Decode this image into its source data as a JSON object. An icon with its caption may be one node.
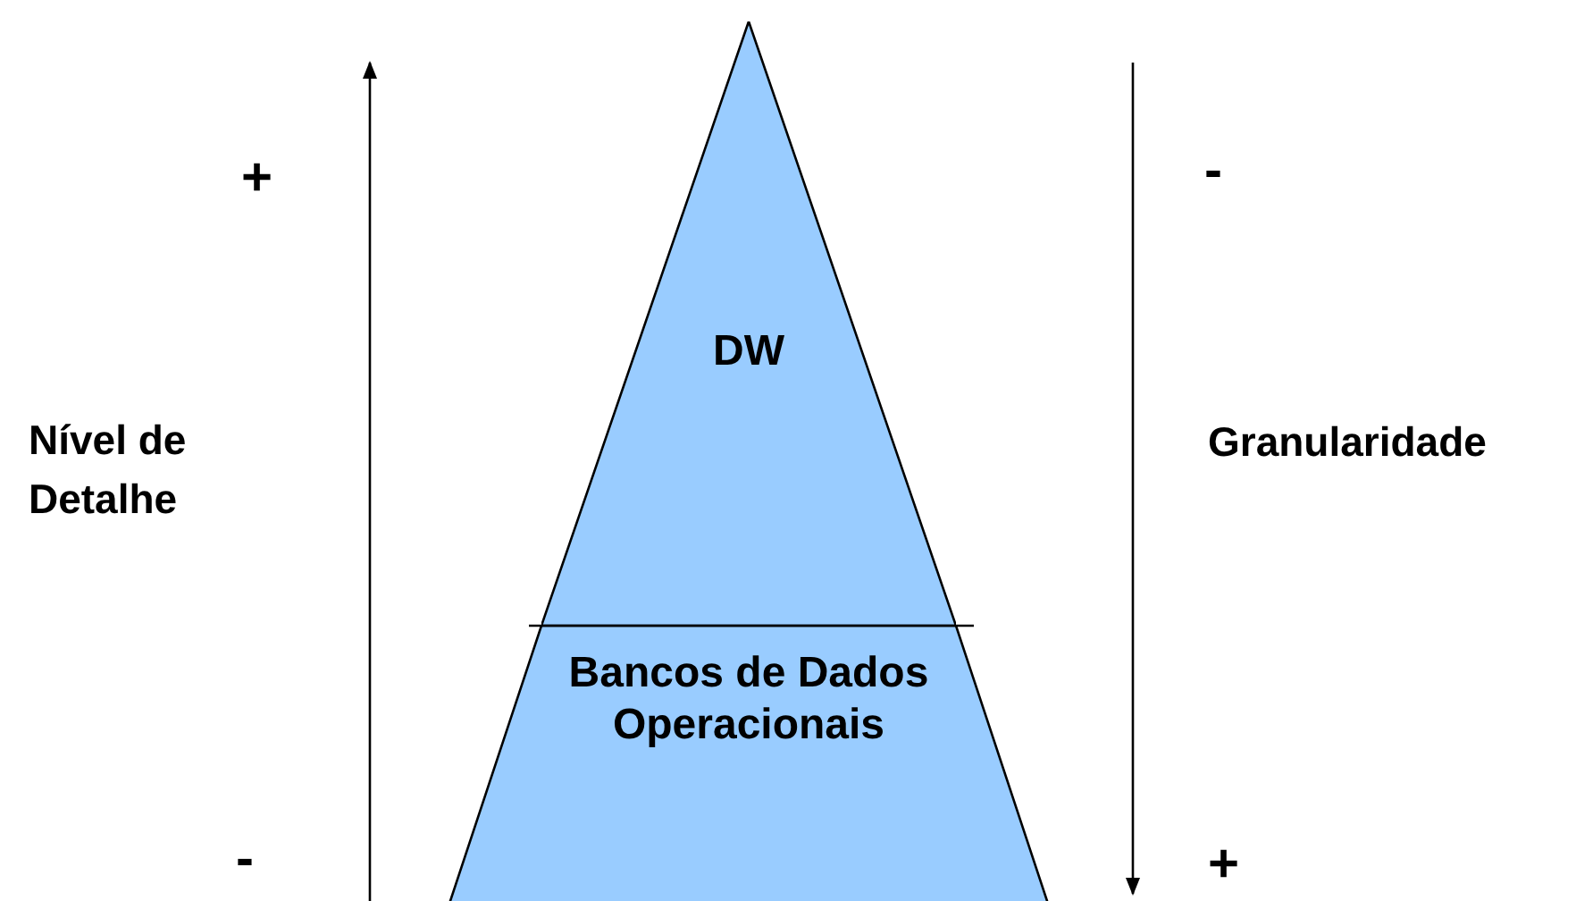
{
  "diagram": {
    "nodes": [
      {
        "text": [
          "DW"
        ]
      },
      {
        "text": [
          "Bancos de Dados Operacionais"
        ]
      }
    ],
    "labels": [
      "+",
      "-",
      "Nível de Detalhe",
      "Granularidade",
      "-",
      "+"
    ]
  }
}
